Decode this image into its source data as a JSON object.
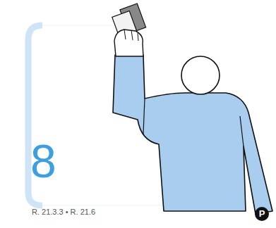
{
  "diagram": {
    "labels": [
      "8",
      "R. 21.3.3 • R. 21.6",
      "P"
    ]
  }
}
